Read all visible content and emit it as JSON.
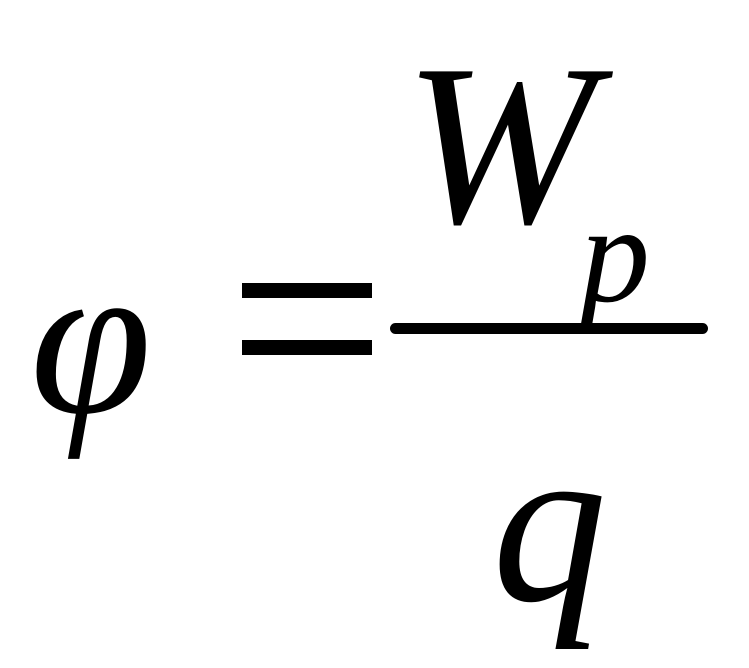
{
  "formula": {
    "lhs": "φ",
    "equals": "=",
    "numerator": {
      "base": "W",
      "subscript": "p"
    },
    "denominator": "q"
  }
}
